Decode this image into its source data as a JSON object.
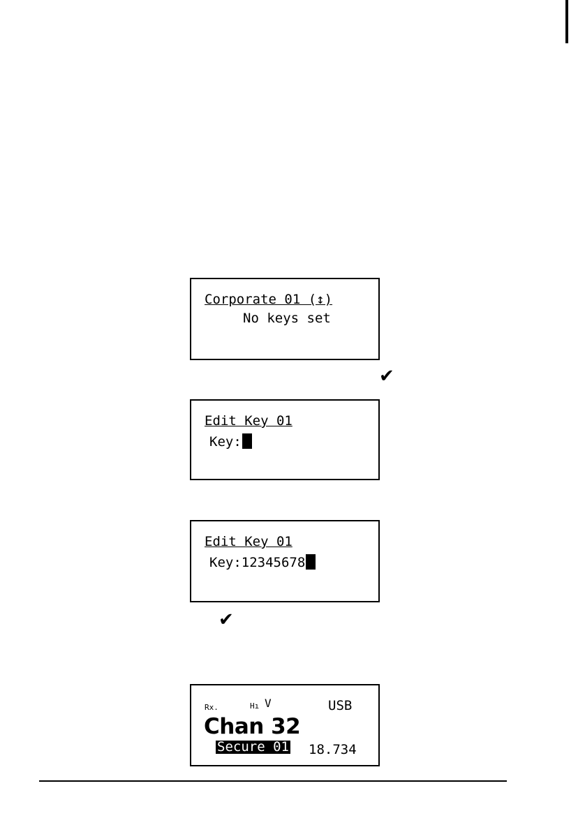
{
  "screens": {
    "corporate": {
      "title": "Corporate 01 (↕)",
      "message": "No keys set"
    },
    "edit_key_empty": {
      "title": "Edit Key 01",
      "key_label": "Key:",
      "key_value": ""
    },
    "edit_key_filled": {
      "title": "Edit Key 01",
      "key_label": "Key:",
      "key_value": "12345678"
    },
    "channel": {
      "rx": "Rx.",
      "hi": "Hı",
      "v": "V",
      "mode": "USB",
      "channel": "Chan 32",
      "secure": "Secure 01",
      "frequency": "18.734"
    }
  },
  "checkmarks": [
    "✔",
    "✔"
  ],
  "icons": {
    "check": "checkmark-icon",
    "cursor": "block-cursor-icon"
  }
}
